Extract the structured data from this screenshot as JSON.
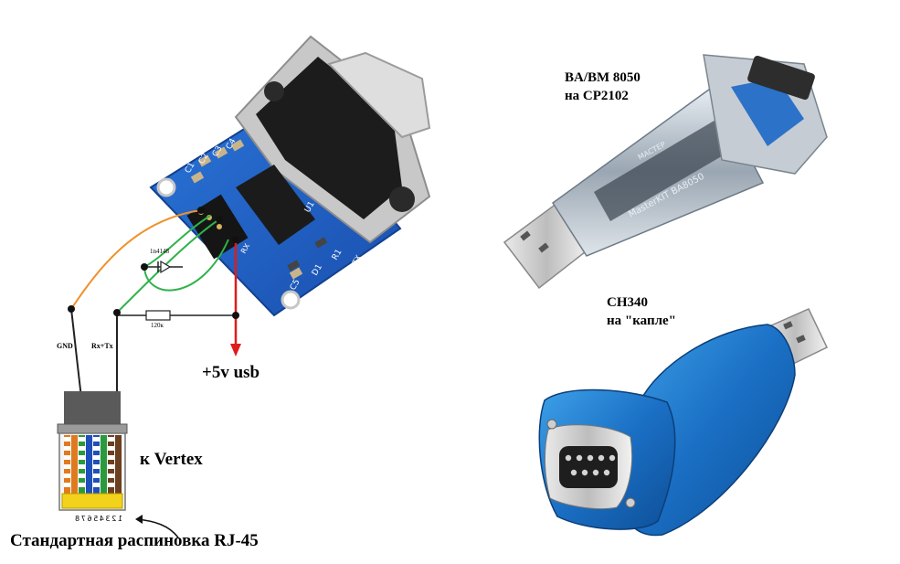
{
  "labels": {
    "gnd": "GND",
    "rxtx": "Rx+Tx",
    "diode": "1n4148",
    "resistor": "120к",
    "power": "+5v usb",
    "vertex": "к Vertex",
    "standard": "Стандартная распиновка RJ-45",
    "rj45_pins": "12345678",
    "adapter1_line1": "BA/BM 8050",
    "adapter1_line2": "на CP2102",
    "adapter2_line1": "CH340",
    "adapter2_line2": "на \"капле\""
  },
  "board_labels": {
    "c1": "C1",
    "c2": "C2",
    "c3": "C3",
    "c4": "C4",
    "c5": "C5",
    "u1": "U1",
    "r1": "R1",
    "d1": "D1",
    "rx": "RX",
    "tx": "TX"
  },
  "device_text": {
    "bas_label": "MasterKIT BA8050",
    "bas_brand": "МАСТЕР"
  },
  "wire_colors": {
    "gnd": "#f0902a",
    "rxtx": "#2db34a",
    "power": "#e01b1b",
    "wire": "#222222",
    "pcb": "#1f5fc7",
    "adapter_blue": "#1f7fd0"
  },
  "rj45_wires": [
    "white-orange",
    "orange",
    "white-green",
    "blue",
    "white-blue",
    "green",
    "white-brown",
    "brown"
  ]
}
